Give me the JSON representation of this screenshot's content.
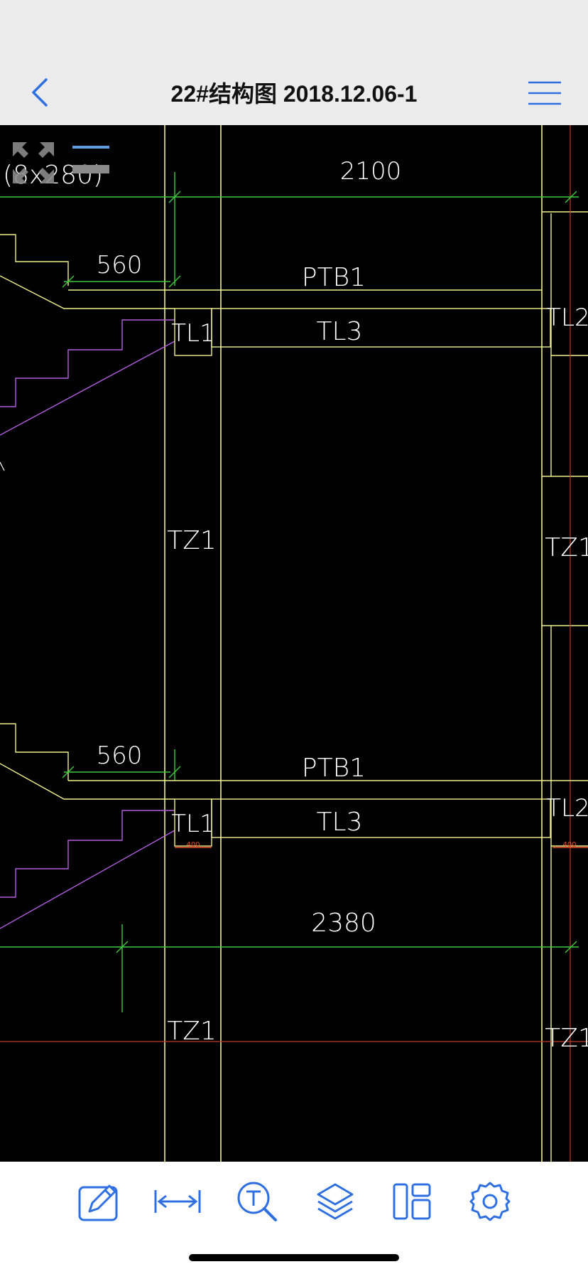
{
  "header": {
    "title": "22#结构图 2018.12.06-1",
    "back_icon": "chevron-left-icon",
    "menu_icon": "hamburger-menu-icon"
  },
  "drawing": {
    "labels": {
      "dim_top": "2100",
      "partial_label": "(8x280)",
      "dim_560_upper": "560",
      "ptb1_upper": "PTB1",
      "tl1_upper": "TL1",
      "tl3_upper": "TL3",
      "tl2_upper": "TL2",
      "tz1_left_mid": "TZ1",
      "tz1_right_mid": "TZ1",
      "dim_560_lower": "560",
      "ptb1_lower": "PTB1",
      "tl1_lower": "TL1",
      "tl3_lower": "TL3",
      "tl2_lower": "TL2",
      "small_400_left": "400",
      "small_400_right": "400",
      "dim_bottom": "2380",
      "tz1_left_bottom": "TZ1",
      "tz1_right_bottom": "TZ1"
    },
    "overlay_icons": {
      "fit": "fit-screen-icon",
      "minimize": "minimize-icon"
    }
  },
  "toolbar": {
    "items": [
      {
        "name": "edit-tool",
        "icon": "pencil-edit-icon"
      },
      {
        "name": "measure-tool",
        "icon": "measure-arrows-icon"
      },
      {
        "name": "text-search-tool",
        "icon": "text-search-icon"
      },
      {
        "name": "layers-tool",
        "icon": "layers-icon"
      },
      {
        "name": "layout-tool",
        "icon": "layout-icon"
      },
      {
        "name": "settings-tool",
        "icon": "gear-icon"
      }
    ]
  },
  "colors": {
    "accent": "#2f6fe0",
    "yellow": "#f2f08a",
    "green": "#3ec83e",
    "purple": "#b25ee0",
    "red": "#c0392b",
    "white": "#ffffff"
  }
}
